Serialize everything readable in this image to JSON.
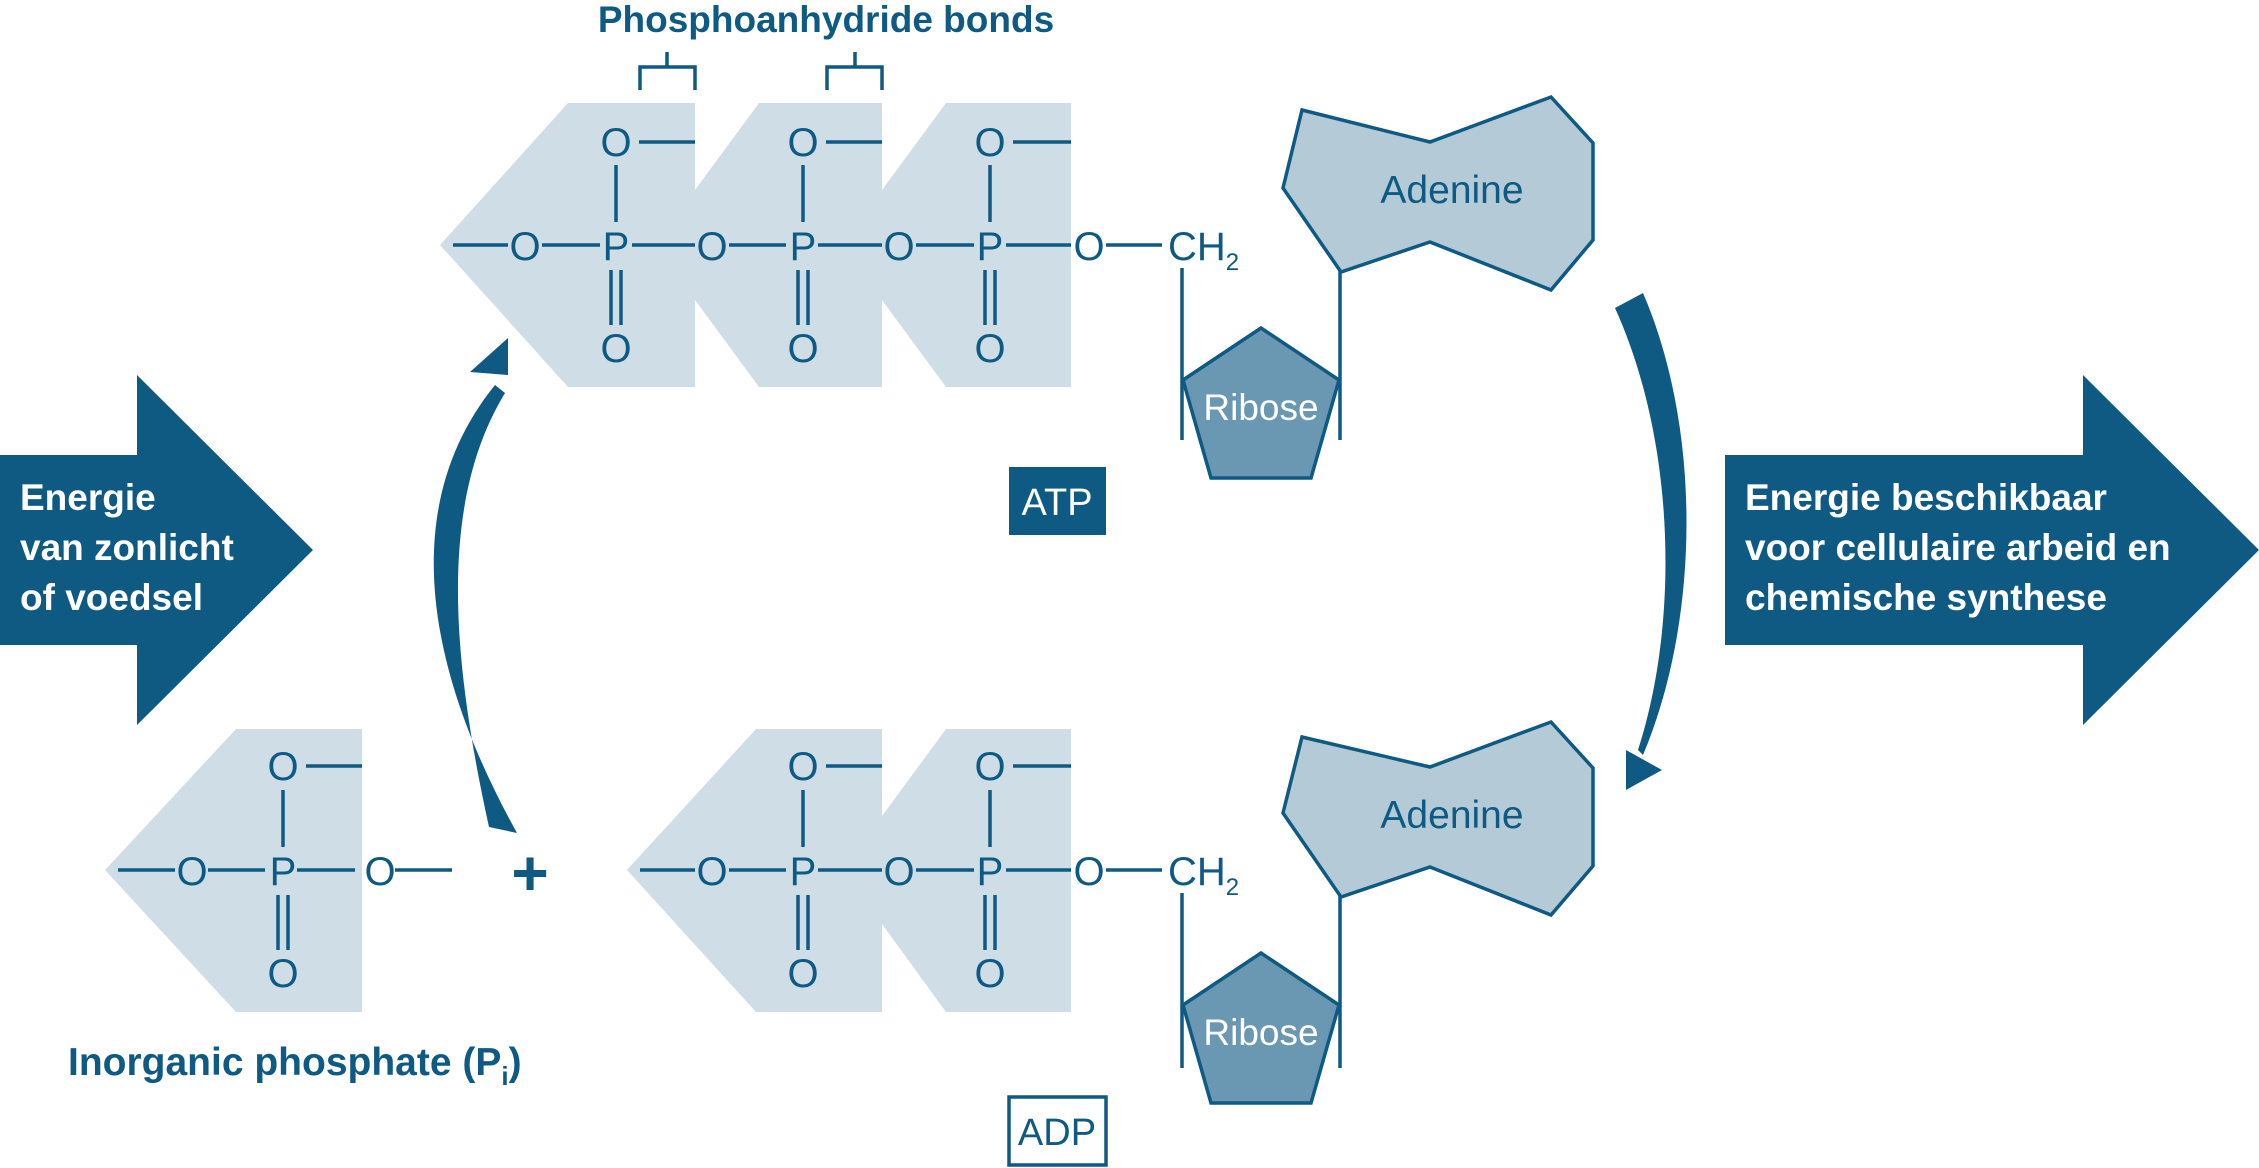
{
  "bonds_label": "Phosphoanhydride bonds",
  "energy_in_lines": [
    "Energie",
    "van zonlicht",
    "of voedsel"
  ],
  "energy_out_lines": [
    "Energie beschikbaar",
    "voor cellulaire arbeid en",
    "chemische synthese"
  ],
  "atp_label": "ATP",
  "adp_label": "ADP",
  "adenine_label": "Adenine",
  "ribose_label": "Ribose",
  "atom_o": "O",
  "atom_p": "P",
  "ch2_label": "CH",
  "ch2_subscript": "2",
  "plus_sign": "+",
  "pi_label": "Inorganic phosphate (P",
  "pi_subscript": "i",
  "pi_close": ")",
  "colors": {
    "dark_blue": "#0e5a83",
    "phosphate_fill": "#cfdde7",
    "adenine_fill": "#b4cad6",
    "ribose_fill": "#6a98b3"
  }
}
